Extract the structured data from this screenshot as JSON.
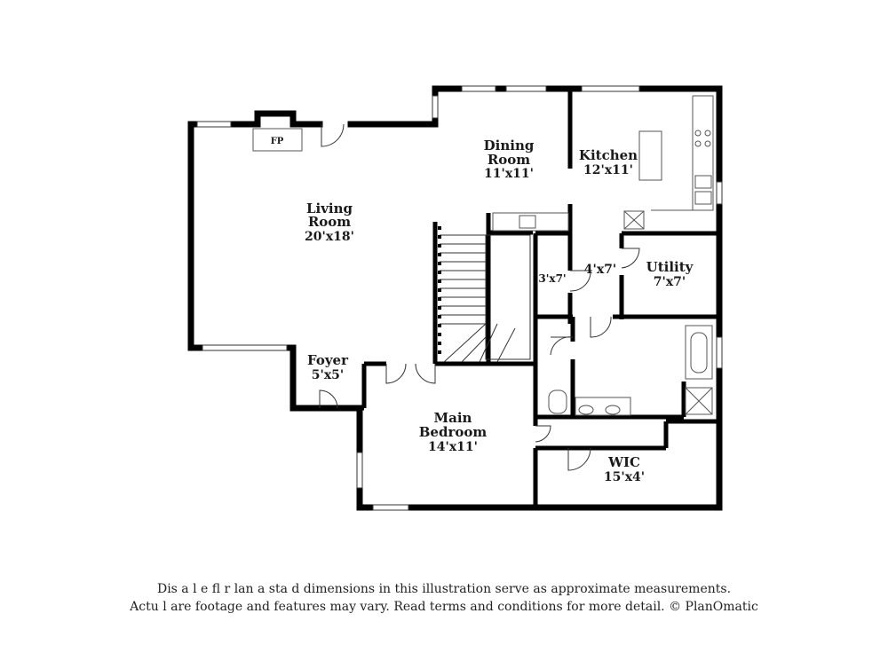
{
  "rooms": {
    "living": {
      "name_line1": "Living",
      "name_line2": "Room",
      "dim": "20'x18'"
    },
    "dining": {
      "name_line1": "Dining",
      "name_line2": "Room",
      "dim": "11'x11'"
    },
    "kitchen": {
      "name": "Kitchen",
      "dim": "12'x11'"
    },
    "utility": {
      "name": "Utility",
      "dim": "7'x7'"
    },
    "foyer": {
      "name": "Foyer",
      "dim": "5'x5'"
    },
    "main_bedroom": {
      "name_line1": "Main",
      "name_line2": "Bedroom",
      "dim": "14'x11'"
    },
    "wic": {
      "name": "WIC",
      "dim": "15'x4'"
    },
    "closet_small": {
      "dim": "3'x7'"
    },
    "closet_medium": {
      "dim": "4'x7'"
    }
  },
  "fireplace": {
    "label": "FP"
  },
  "disclaimer": {
    "line1": "Dis a     l e fl  r  lan a  sta d dimensions in this illustration serve as approximate measurements.",
    "line2": "Actu   l   are footage and features may vary. Read terms and conditions for more detail. © PlanOmatic"
  },
  "colors": {
    "wall": "#000000",
    "fixture": "#555555",
    "background": "#ffffff"
  }
}
